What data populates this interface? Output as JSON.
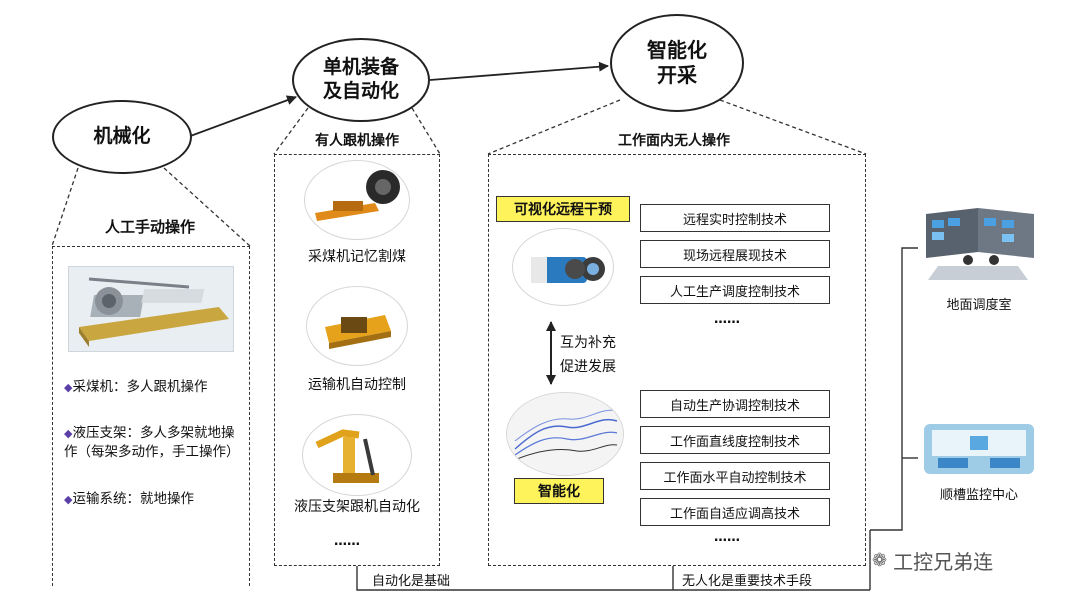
{
  "stages": {
    "mechanization": {
      "label": "机械化",
      "mode": "人工手动操作"
    },
    "automation": {
      "label_line1": "单机装备",
      "label_line2": "及自动化",
      "mode": "有人跟机操作"
    },
    "intelligent": {
      "label_line1": "智能化",
      "label_line2": "开采",
      "mode": "工作面内无人操作"
    }
  },
  "manual_panel": {
    "bullets": [
      "采煤机：多人跟机操作",
      "液压支架：多人多架就地操作（每架多动作，手工操作）",
      "运输系统：就地操作"
    ]
  },
  "automation_panel": {
    "items": [
      "采煤机记忆割煤",
      "运输机自动控制",
      "液压支架跟机自动化"
    ],
    "ellipsis": "……"
  },
  "intelligent_panel": {
    "visual_tag": "可视化远程干预",
    "visual_techs": [
      "远程实时控制技术",
      "现场远程展现技术",
      "人工生产调度控制技术"
    ],
    "visual_ellipsis": "……",
    "complement_line1": "互为补充",
    "complement_line2": "促进发展",
    "smart_tag": "智能化",
    "smart_techs": [
      "自动生产协调控制技术",
      "工作面直线度控制技术",
      "工作面水平自动控制技术",
      "工作面自适应调高技术"
    ],
    "smart_ellipsis": "……"
  },
  "locations": {
    "surface": "地面调度室",
    "gateway": "顺槽监控中心"
  },
  "bottom": {
    "left": "自动化是基础",
    "right": "无人化是重要技术手段"
  },
  "watermark": "工控兄弟连",
  "colors": {
    "highlight": "#fff35c",
    "bullet": "#5b3fa8",
    "line": "#222222"
  }
}
